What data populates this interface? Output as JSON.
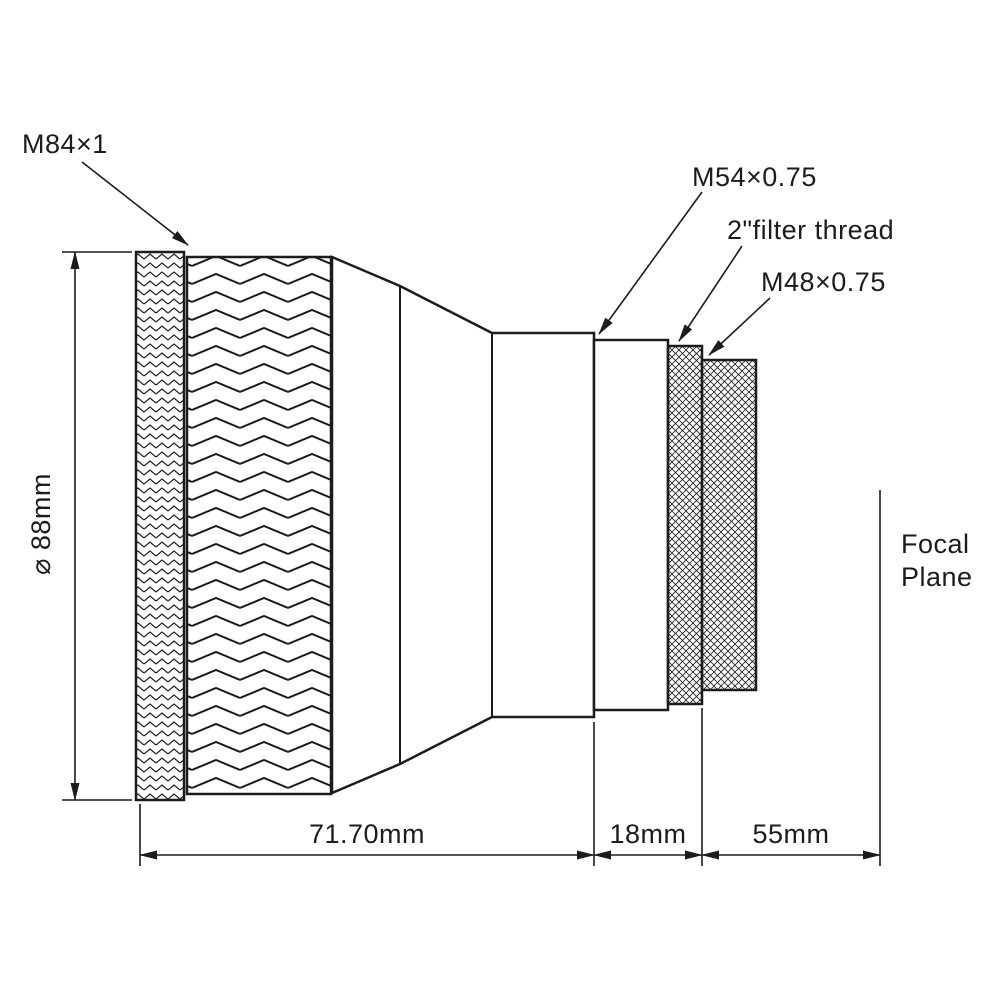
{
  "callouts": {
    "m84": "M84×1",
    "m54": "M54×0.75",
    "filter": "2\"filter thread",
    "m48": "M48×0.75"
  },
  "dimensions": {
    "diameter": "⌀ 88mm",
    "length_main": "71.70mm",
    "length_mid": "18mm",
    "length_back": "55mm"
  },
  "annotations": {
    "focal_plane_line1": "Focal",
    "focal_plane_line2": "Plane"
  },
  "colors": {
    "line": "#1c1c1c",
    "background": "#ffffff"
  }
}
